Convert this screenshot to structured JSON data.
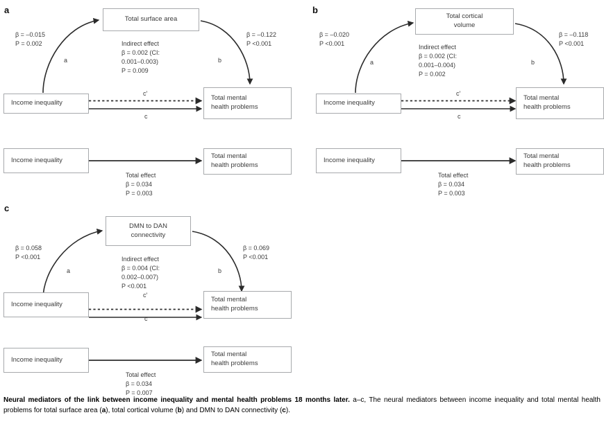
{
  "figure": {
    "caption_bold": "Neural mediators of the link between income inequality and mental health problems 18 months later.",
    "caption_rest_1": " a–c, The neural mediators between income inequality and total mental health problems for total surface area (",
    "caption_a": "a",
    "caption_rest_2": "), total cortical volume (",
    "caption_b": "b",
    "caption_rest_3": ") and DMN to DAN connectivity (",
    "caption_c": "c",
    "caption_rest_4": ")."
  },
  "colors": {
    "box_border": "#a7a9ac",
    "text": "#3b3b3b",
    "arrow": "#2b2b2b",
    "background": "#ffffff"
  },
  "panels": [
    {
      "letter": "a",
      "mediator_label": "Total surface area",
      "predictor_label": "Income inequality",
      "outcome_label": "Total mental\nhealth problems",
      "path_a": {
        "name": "a",
        "beta": "β = –0.015",
        "p": "P = 0.002"
      },
      "path_b": {
        "name": "b",
        "beta": "β = –0.122",
        "p": "P <0.001"
      },
      "path_c_prime": "c′",
      "path_c": "c",
      "indirect": {
        "title": "Indirect effect",
        "beta_line1": "β = 0.002 (CI:",
        "beta_line2": "0.001–0.003)",
        "p": "P = 0.009"
      },
      "total": {
        "title": "Total effect",
        "beta": "β = 0.034",
        "p": "P = 0.003"
      },
      "lower_predictor_label": "Income inequality",
      "lower_outcome_label": "Total mental\nhealth problems"
    },
    {
      "letter": "b",
      "mediator_label": "Total cortical\nvolume",
      "predictor_label": "Income inequality",
      "outcome_label": "Total mental\nhealth problems",
      "path_a": {
        "name": "a",
        "beta": "β = –0.020",
        "p": "P <0.001"
      },
      "path_b": {
        "name": "b",
        "beta": "β = –0.118",
        "p": "P <0.001"
      },
      "path_c_prime": "c′",
      "path_c": "c",
      "indirect": {
        "title": "Indirect effect",
        "beta_line1": "β = 0.002 (CI:",
        "beta_line2": "0.001–0.004)",
        "p": "P = 0.002"
      },
      "total": {
        "title": "Total effect",
        "beta": "β = 0.034",
        "p": "P = 0.003"
      },
      "lower_predictor_label": "Income inequality",
      "lower_outcome_label": "Total mental\nhealth problems"
    },
    {
      "letter": "c",
      "mediator_label": "DMN to DAN\nconnectivity",
      "predictor_label": "Income inequality",
      "outcome_label": "Total mental\nhealth problems",
      "path_a": {
        "name": "a",
        "beta": "β = 0.058",
        "p": "P <0.001"
      },
      "path_b": {
        "name": "b",
        "beta": "β = 0.069",
        "p": "P <0.001"
      },
      "path_c_prime": "c′",
      "path_c": "c",
      "indirect": {
        "title": "Indirect effect",
        "beta_line1": "β = 0.004 (CI:",
        "beta_line2": "0.002–0.007)",
        "p": "P <0.001"
      },
      "total": {
        "title": "Total effect",
        "beta": "β = 0.034",
        "p": "P = 0.007"
      },
      "lower_predictor_label": "Income inequality",
      "lower_outcome_label": "Total mental\nhealth problems"
    }
  ]
}
